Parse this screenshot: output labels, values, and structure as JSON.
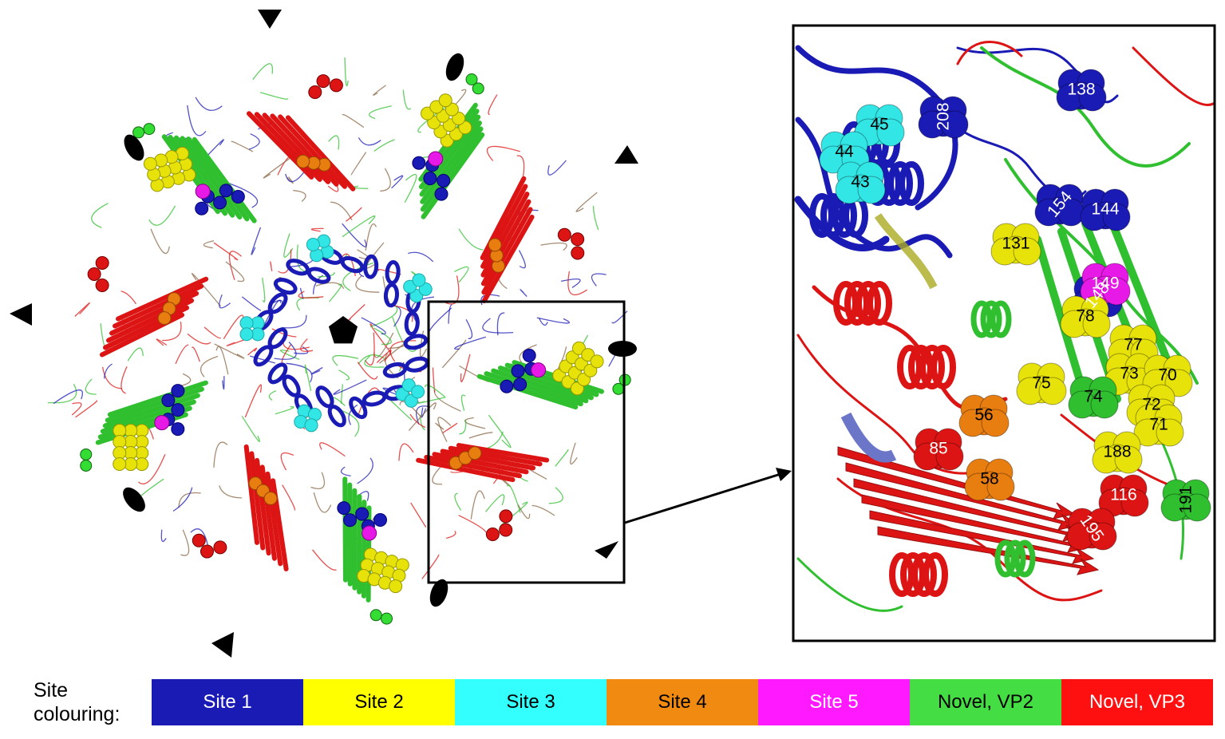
{
  "legend": {
    "title_line1": "Site",
    "title_line2": "colouring:",
    "items": [
      {
        "label": "Site 1",
        "color": "#1a1ab5",
        "text_color": "#ffffff"
      },
      {
        "label": "Site 2",
        "color": "#ffff00",
        "text_color": "#000000"
      },
      {
        "label": "Site 3",
        "color": "#33ffff",
        "text_color": "#000000"
      },
      {
        "label": "Site 4",
        "color": "#f08a10",
        "text_color": "#000000"
      },
      {
        "label": "Site 5",
        "color": "#ff19ff",
        "text_color": "#ffffff"
      },
      {
        "label": "Novel, VP2",
        "color": "#44dd44",
        "text_color": "#000000"
      },
      {
        "label": "Novel, VP3",
        "color": "#ff1010",
        "text_color": "#ffffff"
      }
    ]
  },
  "colors": {
    "site1": "#1a1ab5",
    "site2": "#e6e20a",
    "site3": "#33e6e6",
    "site4": "#e87d10",
    "site5": "#e619e6",
    "vp2": "#2fbf2f",
    "vp3": "#dd1414",
    "olive": "#aaaa22"
  },
  "symmetry_icons": [
    "pentagon-icon",
    "oval-icon",
    "triangle-icon"
  ],
  "residues": [
    {
      "label": "138",
      "site": "site1"
    },
    {
      "label": "208",
      "site": "site1"
    },
    {
      "label": "45",
      "site": "site3"
    },
    {
      "label": "44",
      "site": "site3"
    },
    {
      "label": "43",
      "site": "site3"
    },
    {
      "label": "154",
      "site": "site1"
    },
    {
      "label": "144",
      "site": "site1"
    },
    {
      "label": "131",
      "site": "site2"
    },
    {
      "label": "148",
      "site": "site1"
    },
    {
      "label": "149",
      "site": "site5"
    },
    {
      "label": "78",
      "site": "site2"
    },
    {
      "label": "77",
      "site": "site2"
    },
    {
      "label": "75",
      "site": "site2"
    },
    {
      "label": "73",
      "site": "site2"
    },
    {
      "label": "70",
      "site": "site2"
    },
    {
      "label": "74",
      "site": "vp2"
    },
    {
      "label": "72",
      "site": "site2"
    },
    {
      "label": "71",
      "site": "site2"
    },
    {
      "label": "56",
      "site": "site4"
    },
    {
      "label": "85",
      "site": "vp3"
    },
    {
      "label": "188",
      "site": "site2"
    },
    {
      "label": "58",
      "site": "site4"
    },
    {
      "label": "116",
      "site": "vp3"
    },
    {
      "label": "191",
      "site": "vp2"
    },
    {
      "label": "195",
      "site": "vp3"
    }
  ]
}
